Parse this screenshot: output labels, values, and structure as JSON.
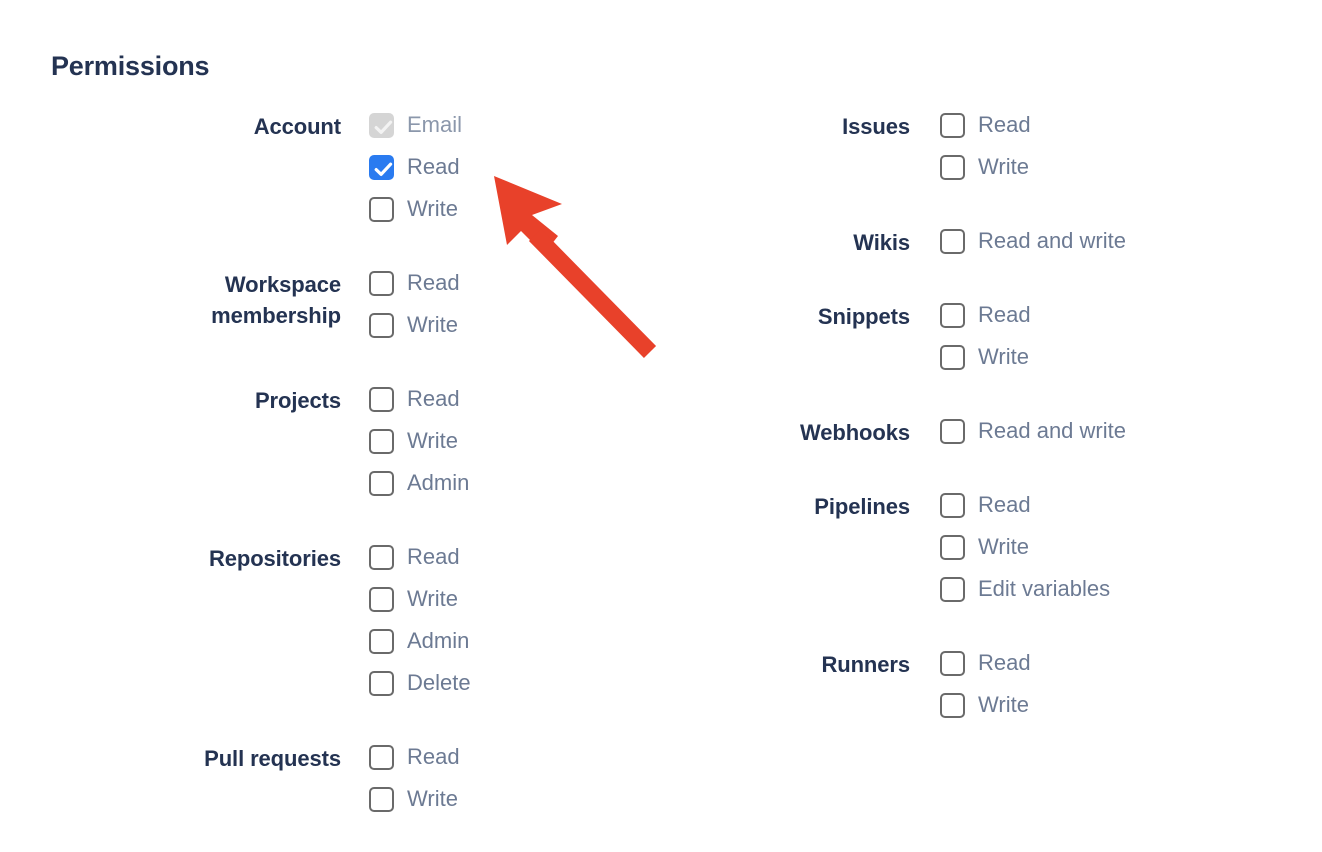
{
  "page": {
    "title": "Permissions"
  },
  "colors": {
    "heading": "#243352",
    "option_label": "#6c7a93",
    "checkbox_checked": "#2a7bf0",
    "checkbox_disabled": "#d5d5d5",
    "checkbox_border": "#6a6a6a",
    "cursor_arrow": "#e8412a",
    "background": "#ffffff"
  },
  "left_column": [
    {
      "label": "Account",
      "name": "account",
      "options": [
        {
          "label": "Email",
          "state": "disabled-checked"
        },
        {
          "label": "Read",
          "state": "checked"
        },
        {
          "label": "Write",
          "state": "unchecked"
        }
      ]
    },
    {
      "label": "Workspace\nmembership",
      "name": "workspace-membership",
      "options": [
        {
          "label": "Read",
          "state": "unchecked"
        },
        {
          "label": "Write",
          "state": "unchecked"
        }
      ]
    },
    {
      "label": "Projects",
      "name": "projects",
      "options": [
        {
          "label": "Read",
          "state": "unchecked"
        },
        {
          "label": "Write",
          "state": "unchecked"
        },
        {
          "label": "Admin",
          "state": "unchecked"
        }
      ]
    },
    {
      "label": "Repositories",
      "name": "repositories",
      "options": [
        {
          "label": "Read",
          "state": "unchecked"
        },
        {
          "label": "Write",
          "state": "unchecked"
        },
        {
          "label": "Admin",
          "state": "unchecked"
        },
        {
          "label": "Delete",
          "state": "unchecked"
        }
      ]
    },
    {
      "label": "Pull requests",
      "name": "pull-requests",
      "options": [
        {
          "label": "Read",
          "state": "unchecked"
        },
        {
          "label": "Write",
          "state": "unchecked"
        }
      ]
    }
  ],
  "right_column": [
    {
      "label": "Issues",
      "name": "issues",
      "options": [
        {
          "label": "Read",
          "state": "unchecked"
        },
        {
          "label": "Write",
          "state": "unchecked"
        }
      ]
    },
    {
      "label": "Wikis",
      "name": "wikis",
      "options": [
        {
          "label": "Read and write",
          "state": "unchecked"
        }
      ]
    },
    {
      "label": "Snippets",
      "name": "snippets",
      "options": [
        {
          "label": "Read",
          "state": "unchecked"
        },
        {
          "label": "Write",
          "state": "unchecked"
        }
      ]
    },
    {
      "label": "Webhooks",
      "name": "webhooks",
      "options": [
        {
          "label": "Read and write",
          "state": "unchecked"
        }
      ]
    },
    {
      "label": "Pipelines",
      "name": "pipelines",
      "options": [
        {
          "label": "Read",
          "state": "unchecked"
        },
        {
          "label": "Write",
          "state": "unchecked"
        },
        {
          "label": "Edit variables",
          "state": "unchecked"
        }
      ]
    },
    {
      "label": "Runners",
      "name": "runners",
      "options": [
        {
          "label": "Read",
          "state": "unchecked"
        },
        {
          "label": "Write",
          "state": "unchecked"
        }
      ]
    }
  ],
  "annotation": {
    "icon": "arrow-pointer-icon",
    "points_at": "Account Read checkbox"
  }
}
